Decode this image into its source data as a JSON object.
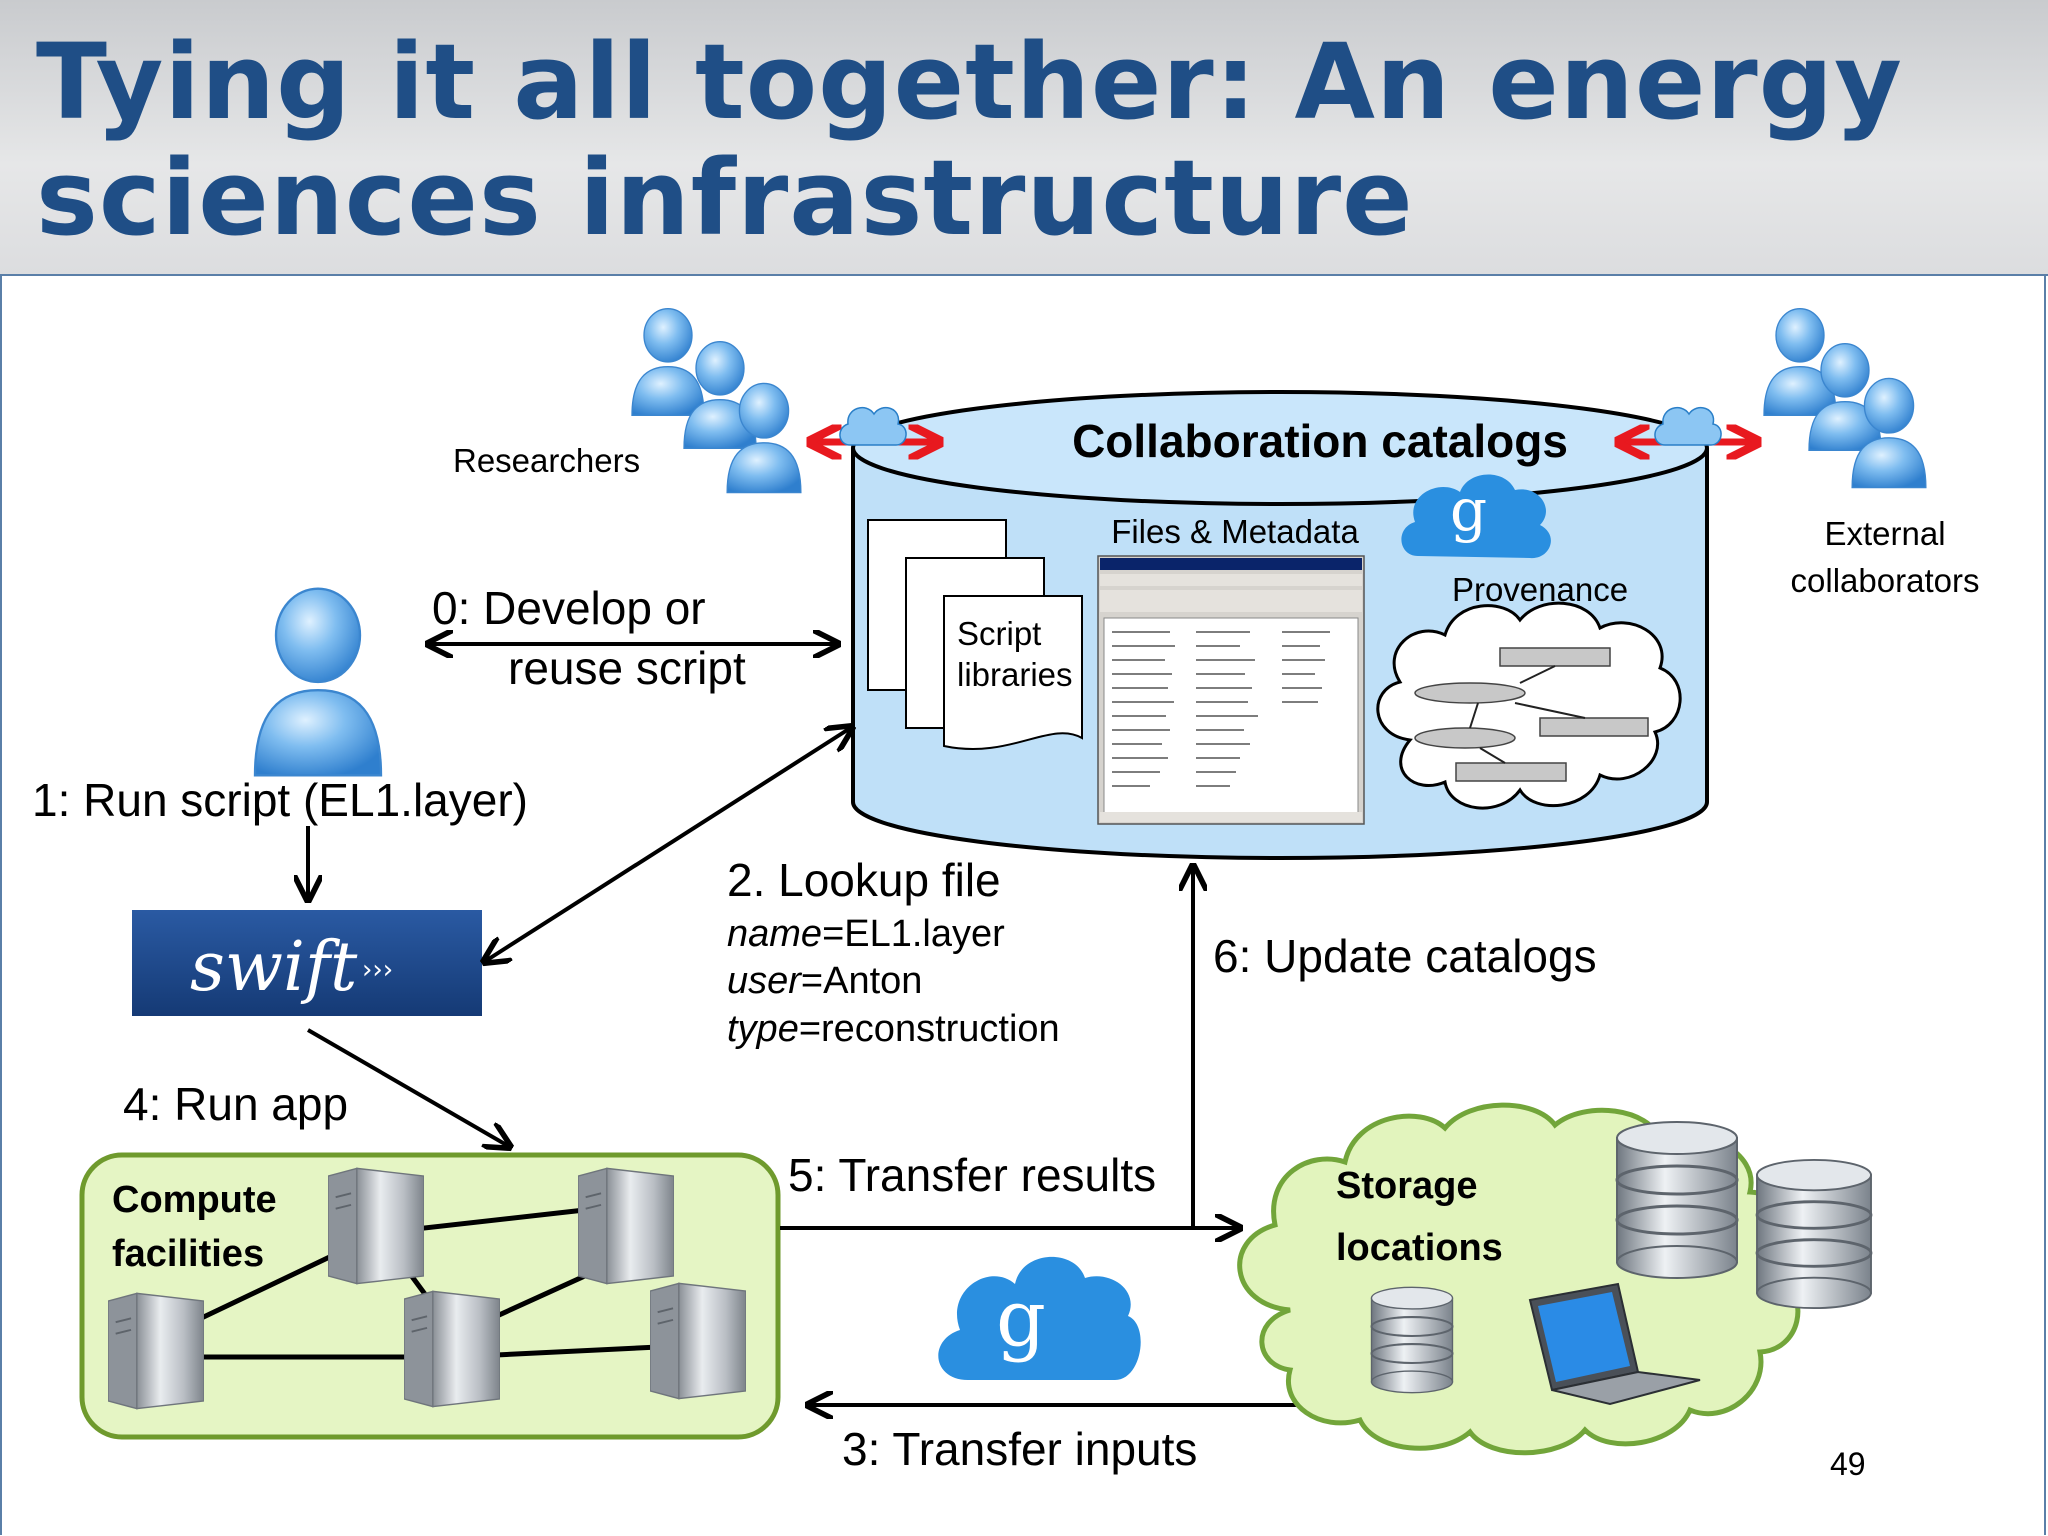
{
  "slide": {
    "title": "Tying it all together: An energy sciences infrastructure",
    "page_number": "49"
  },
  "labels": {
    "researchers": "Researchers",
    "collab_catalogs": "Collaboration catalogs",
    "files_metadata": "Files & Metadata",
    "provenance": "Provenance",
    "external_line1": "External",
    "external_line2": "collaborators",
    "script_line1": "Script",
    "script_line2": "libraries",
    "step0_line1": "0: Develop or",
    "step0_line2": "reuse script",
    "step1": "1: Run script (EL1.layer)",
    "swift_logo": "swift",
    "step2": "2. Lookup file",
    "step2_name_key": "name",
    "step2_name_val": "=EL1.layer",
    "step2_user_key": "user",
    "step2_user_val": "=Anton",
    "step2_type_key": "type",
    "step2_type_val": "=reconstruction",
    "step3": "3: Transfer inputs",
    "step4": "4: Run app",
    "step5": "5: Transfer results",
    "step6": "6: Update catalogs",
    "compute_line1": "Compute",
    "compute_line2": "facilities",
    "storage_line1": "Storage",
    "storage_line2": "locations",
    "globus_logo": "g"
  },
  "colors": {
    "title": "#1f4e86",
    "catalog_fill": "#bfe0f8",
    "arrow_red": "#e8191f",
    "compute_fill": "#e5f5c4",
    "compute_stroke": "#6f9a2d",
    "storage_fill": "#e2f4bd",
    "storage_stroke": "#72a53a",
    "swift_bg": "#1e4a8c"
  },
  "icons": {
    "person": "person-icon",
    "cloud": "globus-cloud-icon",
    "server": "server-tower-icon",
    "database": "database-stack-icon",
    "laptop": "laptop-icon",
    "document": "document-icon",
    "window": "file-browser-window-icon"
  }
}
